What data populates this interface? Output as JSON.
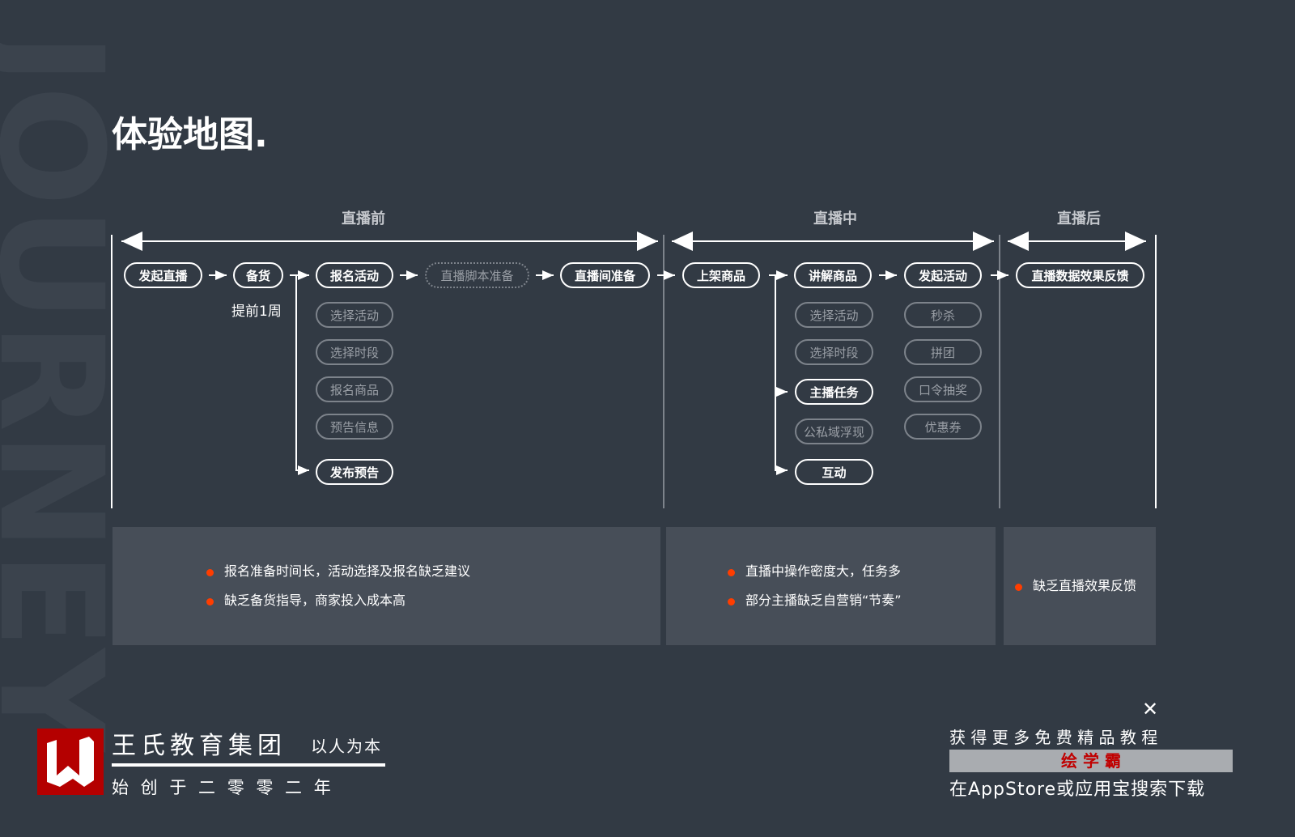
{
  "watermark": "JOURNEY",
  "title": "体验地图.",
  "phases": [
    "直播前",
    "直播中",
    "直播后"
  ],
  "main_flow": [
    "发起直播",
    "备货",
    "报名活动",
    "直播脚本准备",
    "直播间准备",
    "上架商品",
    "讲解商品",
    "发起活动",
    "直播数据效果反馈"
  ],
  "note": "提前1周",
  "signup_sub": [
    "选择活动",
    "选择时段",
    "报名商品",
    "预告信息",
    "发布预告"
  ],
  "explain_sub": [
    "选择活动",
    "选择时段",
    "主播任务",
    "公私域浮现",
    "互动"
  ],
  "activity_sub": [
    "秒杀",
    "拼团",
    "口令抽奖",
    "优惠券"
  ],
  "pain_points": {
    "before": [
      "报名准备时间长，活动选择及报名缺乏建议",
      "缺乏备货指导，商家投入成本高"
    ],
    "during": [
      "直播中操作密度大，任务多",
      "部分主播缺乏自营销“节奏”"
    ],
    "after": [
      "缺乏直播效果反馈"
    ]
  },
  "footer": {
    "company": "王氏教育集团",
    "slogan": "以人为本",
    "founded": "始 创 于 二 零 零 二 年",
    "promo_line1": "获 得 更 多 免 费 精 品 教 程",
    "promo_brand": "绘 学 霸",
    "promo_line3": "在AppStore或应用宝搜索下载"
  },
  "colors": {
    "background": "#323a44",
    "panel": "#474e58",
    "bullet": "#ff3d00",
    "logo": "#b40000"
  }
}
